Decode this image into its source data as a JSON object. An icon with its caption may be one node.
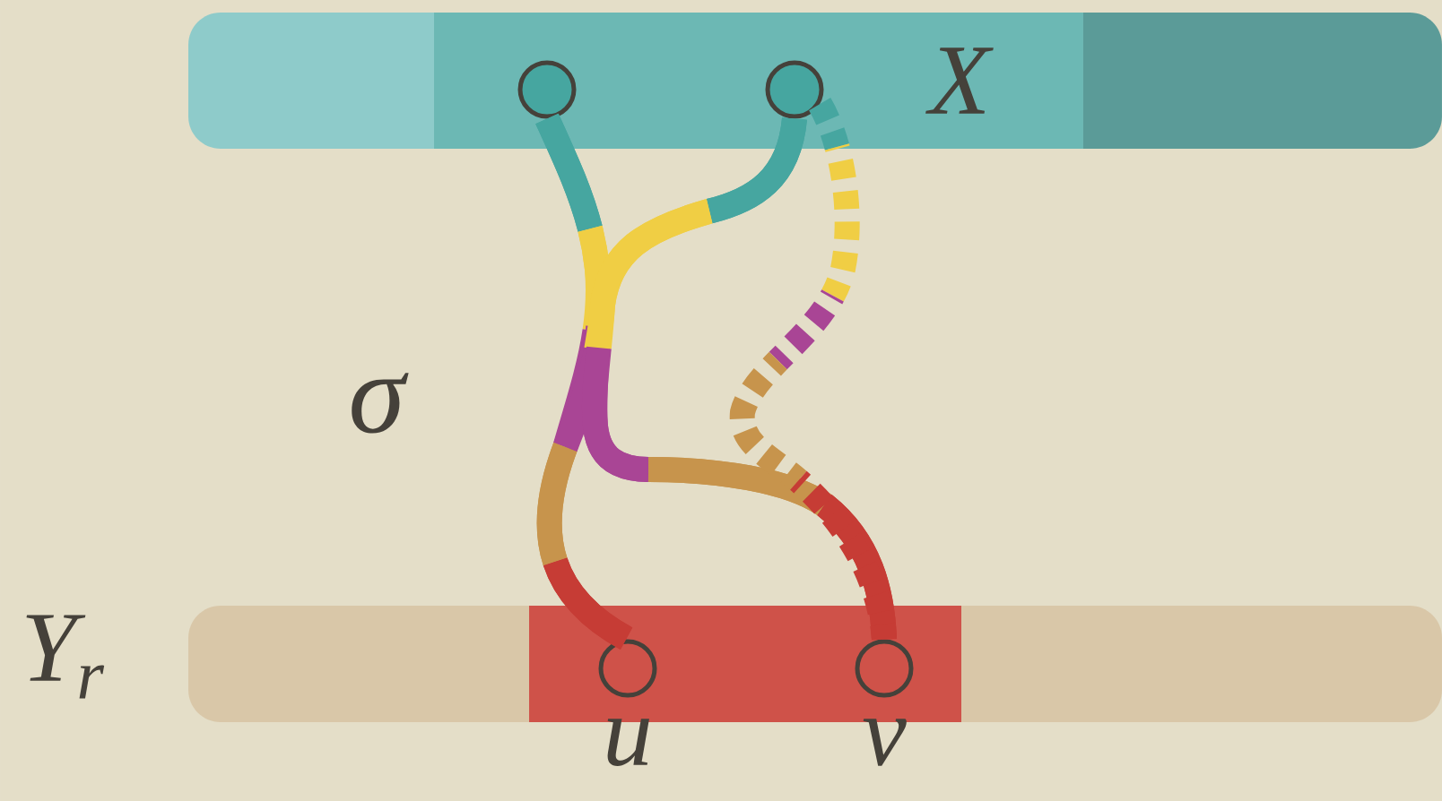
{
  "diagram": {
    "nodes": [
      {
        "text": [
          "X"
        ]
      },
      {
        "text": [],
        "shape": "circle",
        "in": 0
      },
      {
        "text": [],
        "shape": "circle",
        "in": 0
      },
      {
        "text": [
          "Y$_{r}$"
        ]
      },
      {
        "text": [],
        "shape": "circle",
        "in": 3,
        "beside": [
          "u"
        ]
      },
      {
        "text": [],
        "shape": "circle",
        "in": 3,
        "beside": [
          "v"
        ]
      }
    ],
    "edges": [
      {
        "from": 1,
        "to": 4,
        "arrow": "none"
      },
      {
        "from": 1,
        "to": 5,
        "arrow": "none"
      },
      {
        "from": 2,
        "to": 4,
        "arrow": "none"
      },
      {
        "from": 2,
        "to": 5,
        "arrow": "none"
      },
      {
        "from": 2,
        "to": 5,
        "arrow": "none",
        "style": "dashed"
      }
    ],
    "labels": [
      "σ"
    ]
  }
}
